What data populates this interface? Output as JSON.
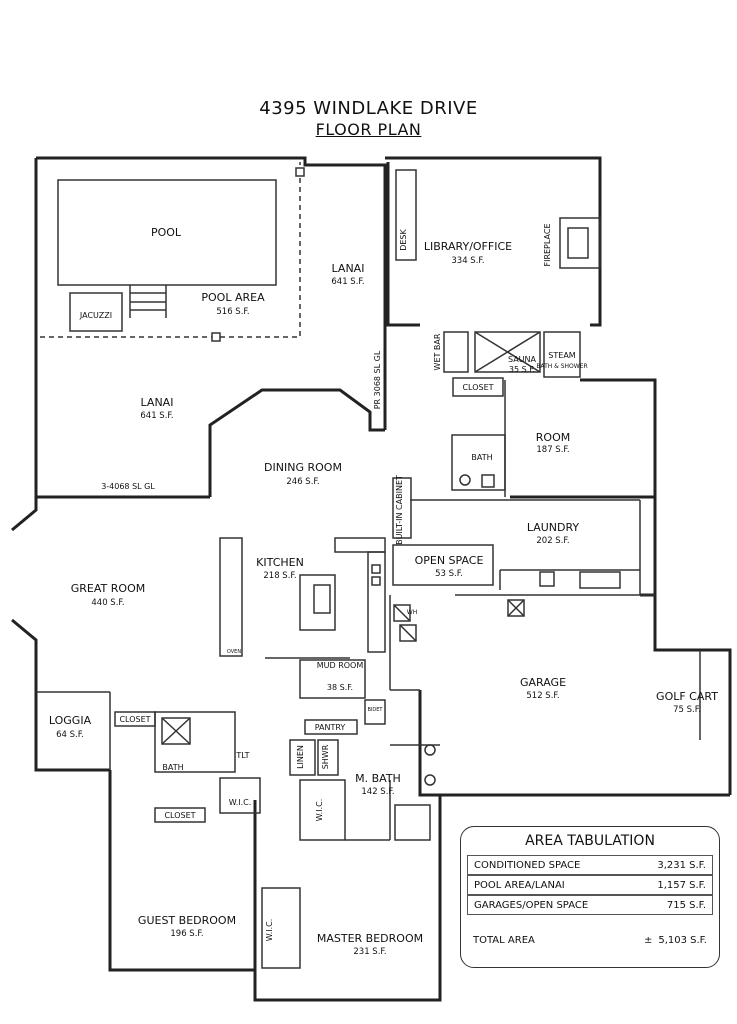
{
  "title": {
    "line1": "4395 WINDLAKE DRIVE",
    "line2": "FLOOR PLAN"
  },
  "rooms": {
    "pool": {
      "name": "POOL"
    },
    "jacuzzi": {
      "name": "JACUZZI"
    },
    "pool_area": {
      "name": "POOL AREA",
      "area": "516 S.F."
    },
    "lanai_top": {
      "name": "LANAI",
      "area": "641 S.F."
    },
    "lanai_left": {
      "name": "LANAI",
      "area": "641 S.F."
    },
    "library": {
      "name": "LIBRARY/OFFICE",
      "area": "334 S.F."
    },
    "desk": {
      "name": "DESK"
    },
    "fireplace": {
      "name": "FIREPLACE"
    },
    "wet_bar": {
      "name": "WET BAR"
    },
    "sauna": {
      "name": "SAUNA",
      "area": "35 S.F."
    },
    "steam": {
      "name": "STEAM",
      "sub": "BATH & SHOWER"
    },
    "closet_hall": {
      "name": "CLOSET"
    },
    "pr_door": {
      "name": "PR 3068 SL GL"
    },
    "slider": {
      "name": "3-4068 SL GL"
    },
    "room": {
      "name": "ROOM",
      "area": "187 S.F."
    },
    "bath_room": {
      "name": "BATH"
    },
    "dining": {
      "name": "DINING ROOM",
      "area": "246 S.F."
    },
    "builtin": {
      "name": "BUILT-IN CABINET"
    },
    "laundry": {
      "name": "LAUNDRY",
      "area": "202 S.F."
    },
    "kitchen": {
      "name": "KITCHEN",
      "area": "218 S.F."
    },
    "open_space": {
      "name": "OPEN SPACE",
      "area": "53 S.F."
    },
    "great_room": {
      "name": "GREAT ROOM",
      "area": "440 S.F."
    },
    "oven": {
      "name": "OVEN"
    },
    "wh": {
      "name": "WH"
    },
    "mud_room": {
      "name": "MUD ROOM",
      "area": "38 S.F."
    },
    "garage": {
      "name": "GARAGE",
      "area": "512 S.F."
    },
    "golf_cart": {
      "name": "GOLF CART",
      "area": "75 S.F."
    },
    "loggia": {
      "name": "LOGGIA",
      "area": "64 S.F."
    },
    "closet_loggia": {
      "name": "CLOSET"
    },
    "bath_guest": {
      "name": "BATH"
    },
    "tlt": {
      "name": "TLT"
    },
    "pantry": {
      "name": "PANTRY"
    },
    "bidet": {
      "name": "BIDET"
    },
    "linen": {
      "name": "LINEN"
    },
    "shwr": {
      "name": "SHWR"
    },
    "m_bath": {
      "name": "M. BATH",
      "area": "142 S.F."
    },
    "wic_guest": {
      "name": "W.I.C."
    },
    "wic_master1": {
      "name": "W.I.C."
    },
    "wic_master2": {
      "name": "W.I.C."
    },
    "closet_guest": {
      "name": "CLOSET"
    },
    "guest_bedroom": {
      "name": "GUEST BEDROOM",
      "area": "196 S.F."
    },
    "master_bedroom": {
      "name": "MASTER BEDROOM",
      "area": "231 S.F."
    }
  },
  "tabulation": {
    "title": "AREA TABULATION",
    "rows": [
      {
        "label": "CONDITIONED SPACE",
        "value": "3,231 S.F."
      },
      {
        "label": "POOL AREA/LANAI",
        "value": "1,157 S.F."
      },
      {
        "label": "GARAGES/OPEN SPACE",
        "value": "715 S.F."
      }
    ],
    "total": {
      "label": "TOTAL AREA",
      "prefix": "±",
      "value": "5,103 S.F."
    }
  }
}
